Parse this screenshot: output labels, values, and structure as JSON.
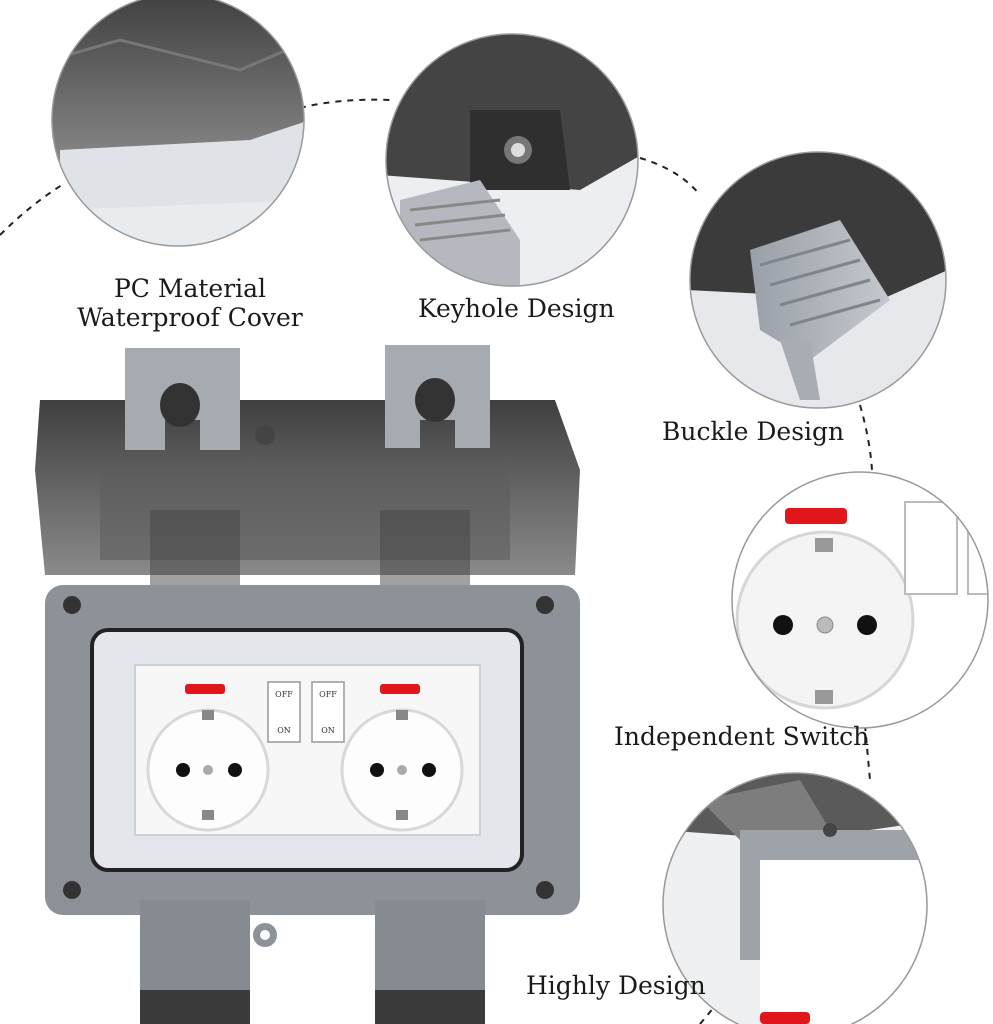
{
  "labels": {
    "pc_cover_line1": "PC Material",
    "pc_cover_line2": "Waterproof Cover",
    "keyhole": "Keyhole Design",
    "buckle": "Buckle Design",
    "switch": "Independent  Switch",
    "highly": "Highly Design"
  },
  "switch_text": {
    "off": "OFF",
    "on": "ON"
  },
  "colors": {
    "cover_smoke": "#5a5a5a",
    "housing_gray": "#8d9198",
    "faceplate_white": "#f7f7f7",
    "indicator_red": "#e0161a",
    "latch_gray": "#9fa4ab"
  }
}
